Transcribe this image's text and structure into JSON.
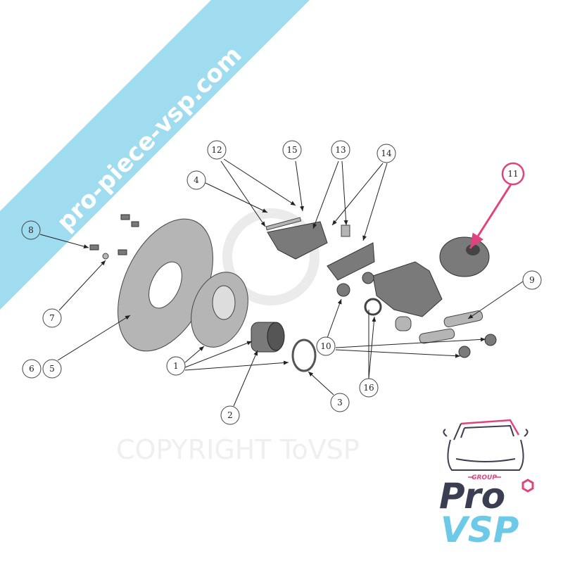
{
  "banner": {
    "text": "pro-piece-vsp.com",
    "color": "#9fdcef"
  },
  "watermark": {
    "text": "COPYRIGHT ToVSP"
  },
  "callouts": [
    "1",
    "2",
    "3",
    "4",
    "5",
    "6",
    "7",
    "8",
    "9",
    "10",
    "11",
    "12",
    "13",
    "14",
    "15",
    "16"
  ],
  "highlight_color": "#e0437f",
  "logo": {
    "group": "GROUP",
    "line1": "Pro",
    "line2": "VSP",
    "dark": "#3b3d52",
    "blue": "#6cc9e8",
    "pink": "#e0437f"
  }
}
